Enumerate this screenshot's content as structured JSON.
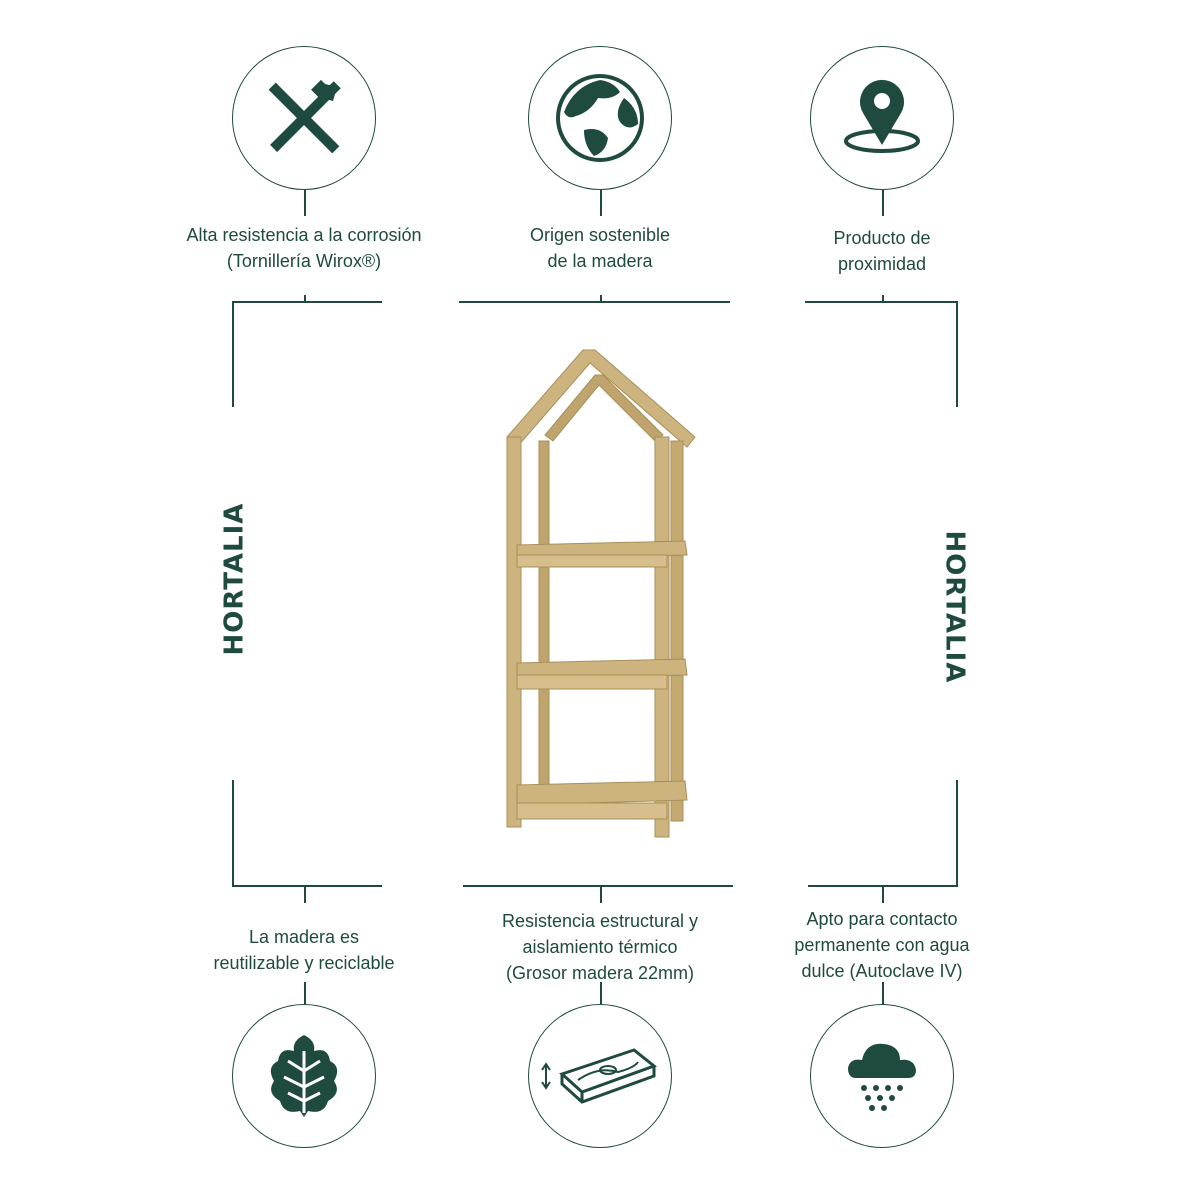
{
  "brand": "HORTALIA",
  "colors": {
    "accent": "#1f4a3f",
    "wood": "#c9b07a"
  },
  "features_top": [
    {
      "icon": "screw-bolt-icon",
      "lines": [
        "Alta resistencia a la corrosión",
        "(Tornillería Wirox®)"
      ]
    },
    {
      "icon": "globe-icon",
      "lines": [
        "Origen sostenible",
        "de la madera"
      ]
    },
    {
      "icon": "location-pin-icon",
      "lines": [
        "Producto de",
        "proximidad"
      ]
    }
  ],
  "features_bottom": [
    {
      "icon": "leaf-icon",
      "lines": [
        "La madera es",
        "reutilizable y reciclable"
      ]
    },
    {
      "icon": "wood-plank-icon",
      "lines": [
        "Resistencia estructural y",
        "aislamiento térmico",
        "(Grosor madera 22mm)"
      ]
    },
    {
      "icon": "rain-cloud-icon",
      "lines": [
        "Apto para contacto",
        "permanente con agua",
        "dulce (Autoclave IV)"
      ]
    }
  ]
}
